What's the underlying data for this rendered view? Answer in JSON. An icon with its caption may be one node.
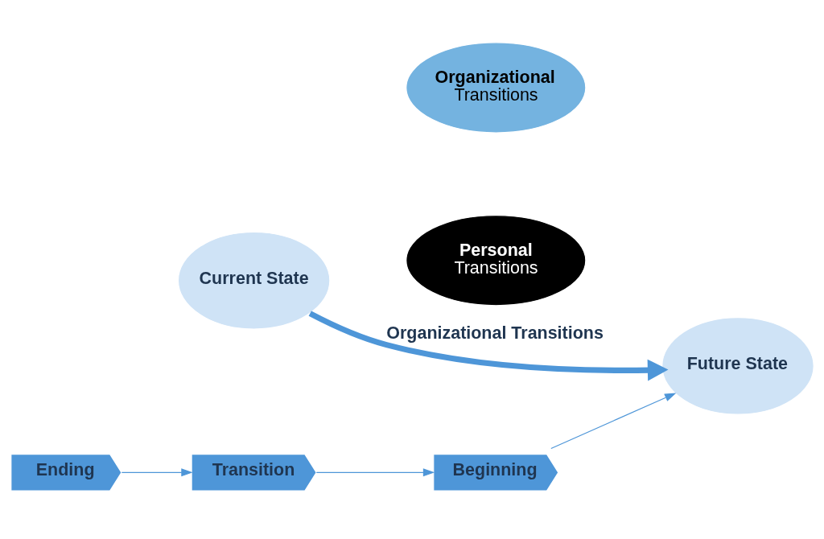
{
  "diagram": {
    "nodes": [
      {
        "text": [
          "Current State"
        ]
      },
      {
        "text": [
          "Organizational",
          "Transitions"
        ]
      },
      {
        "text": [
          "Personal",
          "Transitions"
        ]
      },
      {
        "text": [
          "Future State"
        ]
      },
      {
        "text": [
          "Ending"
        ]
      },
      {
        "text": [
          "Transition"
        ]
      },
      {
        "text": [
          "Beginning"
        ]
      }
    ],
    "edges": [
      {
        "from": 0,
        "to": 3,
        "arrow": "to",
        "label": "Organizational Transitions",
        "style": "thick"
      },
      {
        "from": 4,
        "to": 5,
        "arrow": "to"
      },
      {
        "from": 5,
        "to": 6,
        "arrow": "to"
      },
      {
        "from": 6,
        "to": 3,
        "arrow": "to"
      }
    ]
  }
}
